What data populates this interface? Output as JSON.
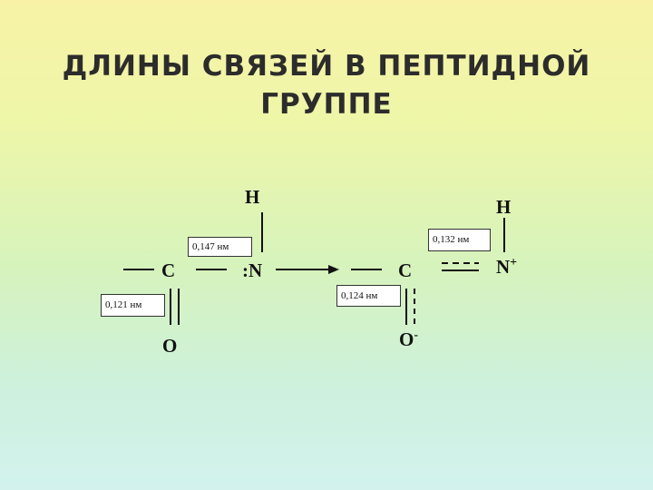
{
  "title": {
    "line1": "ДЛИНЫ СВЯЗЕЙ В ПЕПТИДНОЙ",
    "line2": "ГРУППЕ"
  },
  "left_structure": {
    "c": "C",
    "n": ":N",
    "o": "O",
    "h": "H",
    "label_cn": "0,147 нм",
    "label_co": "0,121 нм"
  },
  "right_structure": {
    "c": "C",
    "n": "N",
    "n_charge": "+",
    "o": "O",
    "o_charge": "-",
    "h": "H",
    "label_cn": "0,132 нм",
    "label_co": "0,124 нм"
  }
}
